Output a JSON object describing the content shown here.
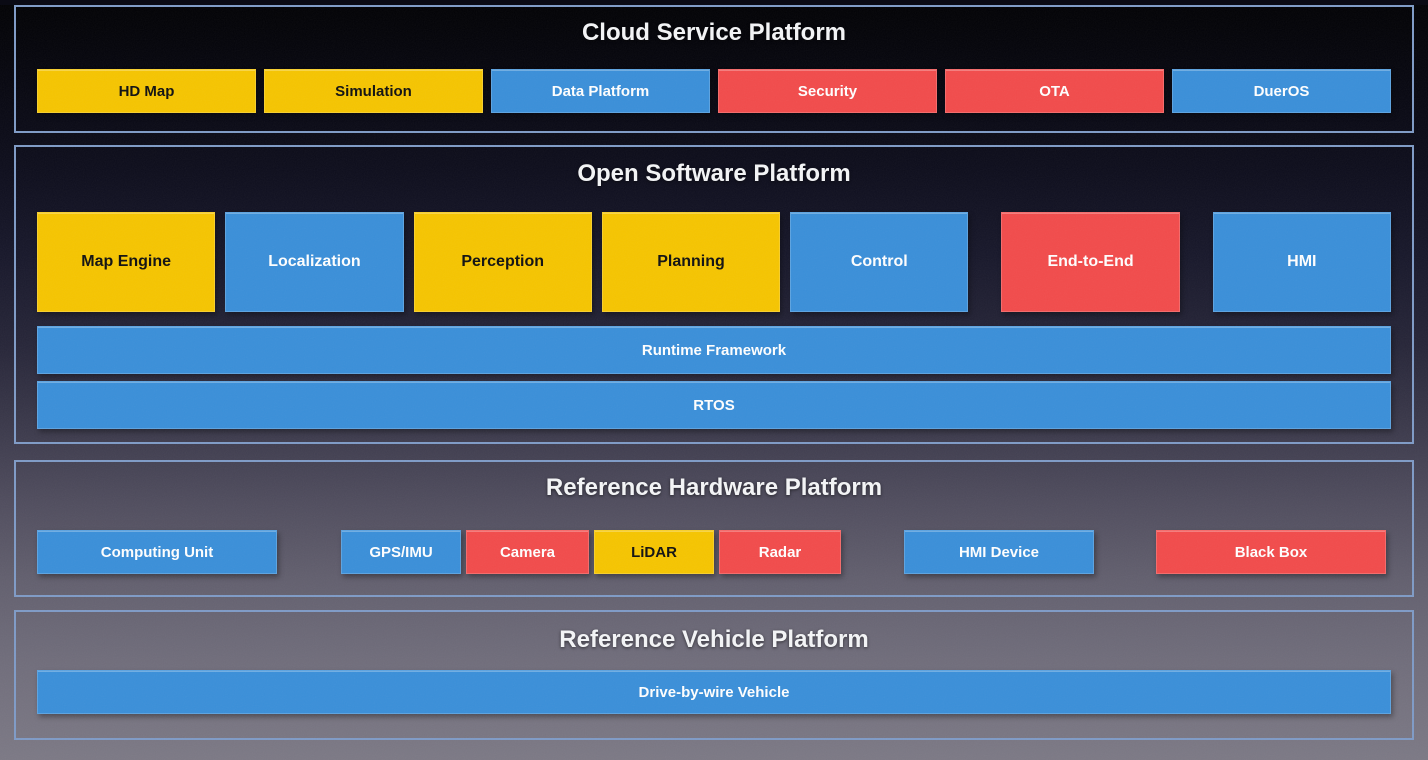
{
  "colors": {
    "yellow": "#F6C500",
    "blue": "#3A8FD9",
    "red": "#F24B4B",
    "panel_border": "#7F9BC7",
    "text_on_yellow": "#111111",
    "text_on_light": "#FFFFFF",
    "title_text": "#F4F5F7"
  },
  "sections": {
    "cloud": {
      "title": "Cloud Service Platform",
      "boxes": [
        {
          "label": "HD Map",
          "color": "yellow"
        },
        {
          "label": "Simulation",
          "color": "yellow"
        },
        {
          "label": "Data Platform",
          "color": "blue"
        },
        {
          "label": "Security",
          "color": "red"
        },
        {
          "label": "OTA",
          "color": "red"
        },
        {
          "label": "DuerOS",
          "color": "blue"
        }
      ]
    },
    "software": {
      "title": "Open Software Platform",
      "modules": [
        {
          "label": "Map Engine",
          "color": "yellow"
        },
        {
          "label": "Localization",
          "color": "blue"
        },
        {
          "label": "Perception",
          "color": "yellow"
        },
        {
          "label": "Planning",
          "color": "yellow"
        },
        {
          "label": "Control",
          "color": "blue"
        },
        {
          "label": "End-to-End",
          "color": "red"
        },
        {
          "label": "HMI",
          "color": "blue"
        }
      ],
      "bars": [
        {
          "label": "Runtime Framework",
          "color": "blue"
        },
        {
          "label": "RTOS",
          "color": "blue"
        }
      ]
    },
    "hardware": {
      "title": "Reference Hardware Platform",
      "boxes": [
        {
          "label": "Computing Unit",
          "color": "blue"
        },
        {
          "label": "GPS/IMU",
          "color": "blue"
        },
        {
          "label": "Camera",
          "color": "red"
        },
        {
          "label": "LiDAR",
          "color": "yellow"
        },
        {
          "label": "Radar",
          "color": "red"
        },
        {
          "label": "HMI Device",
          "color": "blue"
        },
        {
          "label": "Black Box",
          "color": "red"
        }
      ]
    },
    "vehicle": {
      "title": "Reference Vehicle Platform",
      "bars": [
        {
          "label": "Drive-by-wire Vehicle",
          "color": "blue"
        }
      ]
    }
  }
}
